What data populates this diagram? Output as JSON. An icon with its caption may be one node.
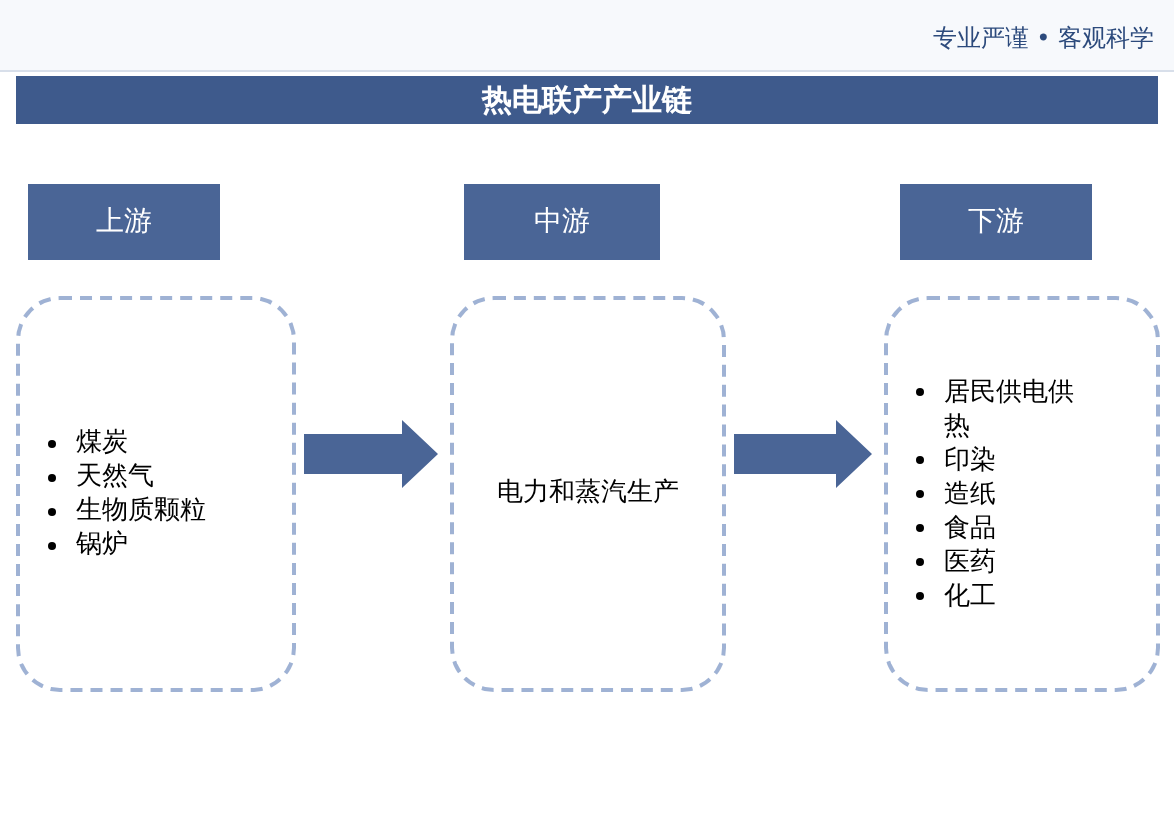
{
  "diagram": {
    "title": "热电联产产业链",
    "nodes": [
      {
        "text": [
          "上游"
        ]
      },
      {
        "text": [
          "中游"
        ]
      },
      {
        "text": [
          "下游"
        ]
      },
      {
        "text": [
          "煤炭",
          "天然气",
          "生物质颗粒",
          "锅炉"
        ]
      },
      {
        "text": [
          "电力和蒸汽生产"
        ]
      },
      {
        "text": [
          "居民供电供热",
          "印染",
          "造纸",
          "食品",
          "医药",
          "化工"
        ]
      }
    ],
    "edges": [
      {
        "from": 3,
        "to": 4,
        "arrow": "to",
        "style": "thick"
      },
      {
        "from": 4,
        "to": 5,
        "arrow": "to",
        "style": "thick"
      }
    ],
    "labels": [
      "专业严谨 • 客观科学"
    ]
  }
}
